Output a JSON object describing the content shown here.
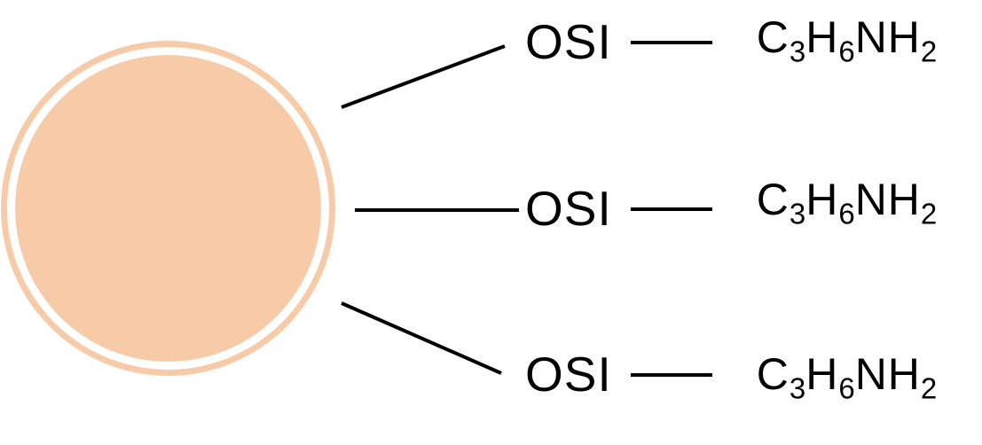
{
  "diagram": {
    "colors": {
      "particle_fill": "#f7cba8",
      "particle_ring": "#f7cba8",
      "line": "#000000",
      "text": "#000000"
    },
    "particle": {
      "shape": "circle",
      "style": "filled core with concentric outline ring"
    },
    "rows": [
      {
        "silane_label": "OSI",
        "formula_text": "C3H6NH2",
        "formula_segments": [
          {
            "text": "C"
          },
          {
            "sub": "3"
          },
          {
            "text": "H"
          },
          {
            "sub": "6"
          },
          {
            "text": "NH"
          },
          {
            "sub": "2"
          }
        ]
      },
      {
        "silane_label": "OSI",
        "formula_text": "C3H6NH2",
        "formula_segments": [
          {
            "text": "C"
          },
          {
            "sub": "3"
          },
          {
            "text": "H"
          },
          {
            "sub": "6"
          },
          {
            "text": "NH"
          },
          {
            "sub": "2"
          }
        ]
      },
      {
        "silane_label": "OSI",
        "formula_text": "C3H6NH2",
        "formula_segments": [
          {
            "text": "C"
          },
          {
            "sub": "3"
          },
          {
            "text": "H"
          },
          {
            "sub": "6"
          },
          {
            "text": "NH"
          },
          {
            "sub": "2"
          }
        ]
      }
    ]
  }
}
